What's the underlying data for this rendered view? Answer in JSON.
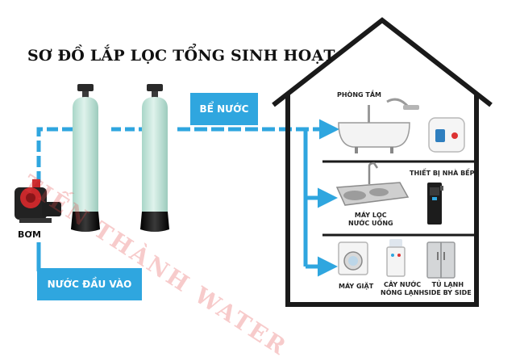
{
  "title": "SƠ ĐỒ LẮP LỌC TỔNG SINH HOẠT",
  "watermark": "TIẾN THÀNH WATER",
  "tags": {
    "tank": "BỂ NƯỚC",
    "inlet": "NƯỚC ĐẦU VÀO"
  },
  "pump_label": "BƠM",
  "rooms": {
    "bathroom": "PHÒNG TẮM",
    "kitchen": "THIẾT BỊ NHÀ BẾP",
    "purifier_line1": "MÁY LỌC",
    "purifier_line2": "NƯỚC UỐNG"
  },
  "appliances": {
    "washer": "MÁY GIẶT",
    "dispenser_line1": "CÂY NƯỚC",
    "dispenser_line2": "NÓNG LẠNH",
    "fridge_line1": "TỦ LẠNH",
    "fridge_line2": "SIDE BY SIDE"
  },
  "colors": {
    "pipe": "#2fa6df",
    "tank_body": "#c9e8de",
    "tank_base": "#1a1a1a",
    "house_outline": "#1a1a1a",
    "pump": "#c8282b"
  }
}
